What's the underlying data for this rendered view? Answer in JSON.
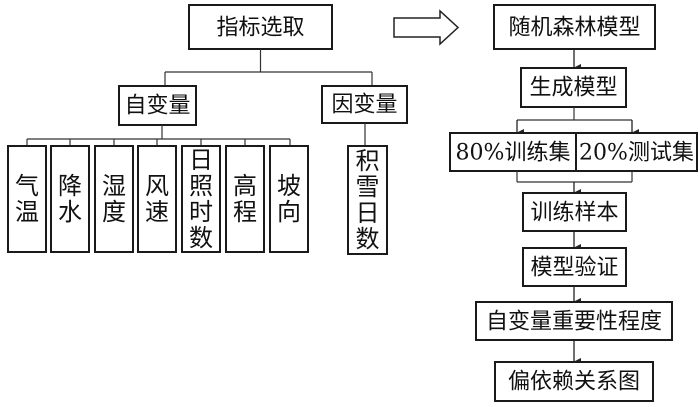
{
  "left_tree": {
    "root": "指标选取",
    "independent": "自变量",
    "dependent": "因变量",
    "independent_vars": [
      "气温",
      "降水",
      "湿度",
      "风速",
      "日照时数",
      "高程",
      "坡向"
    ],
    "dependent_vars": [
      "积雪日数"
    ]
  },
  "transition_arrow": "hollow-right-arrow",
  "right_flow": {
    "steps": [
      "随机森林模型",
      "生成模型"
    ],
    "split": [
      "80%训练集",
      "20%测试集"
    ],
    "after_split": [
      "训练样本",
      "模型验证",
      "自变量重要性程度",
      "偏依赖关系图"
    ]
  }
}
